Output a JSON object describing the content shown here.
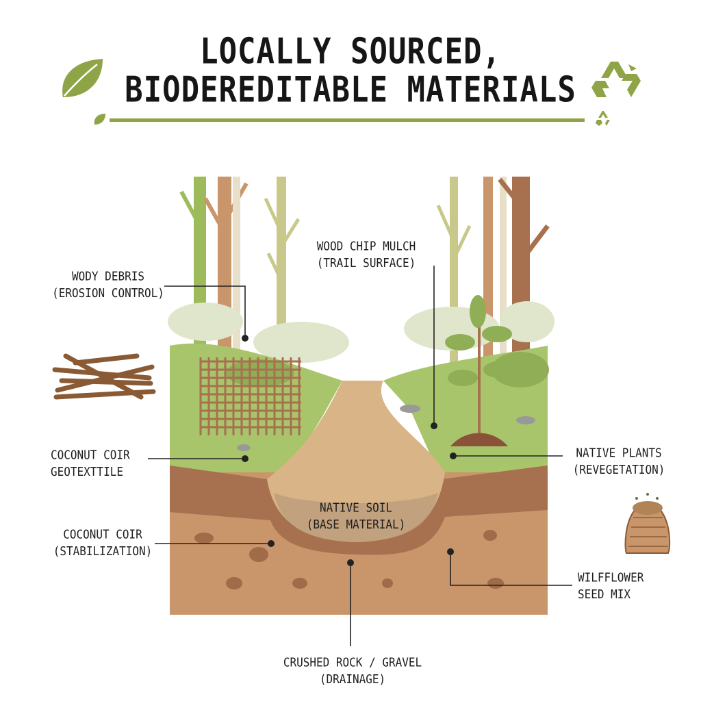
{
  "title": {
    "line1": "LOCALLY SOURCED,",
    "line2": "BIODEREDITABLE MATERIALS"
  },
  "colors": {
    "accent": "#8fa446",
    "soil_dark": "#a7704f",
    "soil_light": "#c9956a",
    "grass": "#9fbf61",
    "path": "#d8b486"
  },
  "labels": {
    "wood_chip": {
      "line1": "WOOD CHIP MULCH",
      "line2": "(TRAIL SURFACE)"
    },
    "woody_debris": {
      "line1": "WODY DEBRIS",
      "line2": "(EROSION CONTROL)"
    },
    "coir_geo": {
      "line1": "COCONUT COIR",
      "line2": "GEOTEXTTILE"
    },
    "native_plants": {
      "line1": "NATIVE PLANTS",
      "line2": "(REVEGETATION)"
    },
    "native_soil": {
      "line1": "NATIVE SOIL",
      "line2": "(BASE MATERIAL)"
    },
    "coir_stab": {
      "line1": "COCONUT COIR",
      "line2": "(STABILIZATION)"
    },
    "wildflower": {
      "line1": "WILFFLOWER",
      "line2": "SEED MIX"
    },
    "crushed_rock": {
      "line1": "CRUSHED ROCK / GRAVEL",
      "line2": "(DRAINAGE)"
    }
  },
  "icons": [
    "leaf-icon",
    "recycle-icon",
    "twig-bundle-icon",
    "seed-sack-icon"
  ]
}
